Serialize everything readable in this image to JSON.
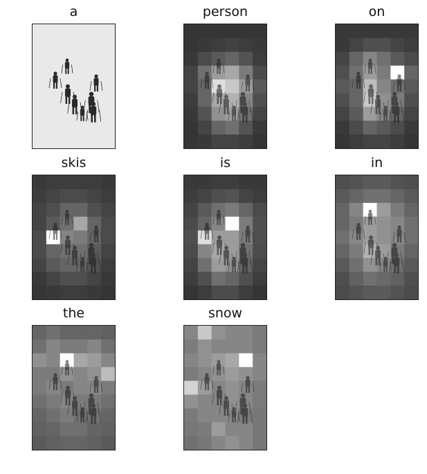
{
  "figure": {
    "panels": [
      {
        "word": "a",
        "kind": "photo",
        "heat": []
      },
      {
        "word": "person",
        "kind": "heatmap",
        "heat": [
          [
            0.08,
            0.08,
            0.08,
            0.08,
            0.08,
            0.08
          ],
          [
            0.08,
            0.1,
            0.12,
            0.14,
            0.12,
            0.1
          ],
          [
            0.1,
            0.18,
            0.25,
            0.3,
            0.22,
            0.12
          ],
          [
            0.15,
            0.35,
            0.55,
            0.6,
            0.4,
            0.18
          ],
          [
            0.15,
            0.3,
            0.85,
            0.75,
            0.55,
            0.25
          ],
          [
            0.12,
            0.3,
            0.6,
            0.65,
            0.45,
            0.2
          ],
          [
            0.1,
            0.22,
            0.5,
            0.55,
            0.35,
            0.15
          ],
          [
            0.08,
            0.15,
            0.3,
            0.35,
            0.22,
            0.1
          ],
          [
            0.08,
            0.1,
            0.15,
            0.15,
            0.12,
            0.08
          ]
        ]
      },
      {
        "word": "on",
        "kind": "heatmap",
        "heat": [
          [
            0.1,
            0.1,
            0.1,
            0.1,
            0.1,
            0.1
          ],
          [
            0.1,
            0.15,
            0.2,
            0.2,
            0.15,
            0.12
          ],
          [
            0.15,
            0.3,
            0.45,
            0.35,
            0.25,
            0.18
          ],
          [
            0.2,
            0.35,
            0.55,
            0.4,
            1.0,
            0.3
          ],
          [
            0.25,
            0.3,
            0.7,
            0.45,
            0.35,
            0.25
          ],
          [
            0.2,
            0.3,
            0.75,
            0.5,
            0.4,
            0.2
          ],
          [
            0.15,
            0.25,
            0.55,
            0.45,
            0.3,
            0.15
          ],
          [
            0.1,
            0.18,
            0.3,
            0.25,
            0.18,
            0.1
          ],
          [
            0.08,
            0.12,
            0.15,
            0.15,
            0.12,
            0.08
          ]
        ]
      },
      {
        "word": "skis",
        "kind": "heatmap",
        "heat": [
          [
            0.1,
            0.12,
            0.12,
            0.12,
            0.12,
            0.1
          ],
          [
            0.12,
            0.15,
            0.18,
            0.18,
            0.15,
            0.12
          ],
          [
            0.15,
            0.2,
            0.3,
            0.3,
            0.2,
            0.15
          ],
          [
            0.15,
            0.25,
            0.35,
            0.6,
            0.3,
            0.18
          ],
          [
            0.18,
            1.0,
            0.45,
            0.4,
            0.3,
            0.18
          ],
          [
            0.18,
            0.3,
            0.35,
            0.35,
            0.25,
            0.15
          ],
          [
            0.15,
            0.25,
            0.3,
            0.3,
            0.22,
            0.12
          ],
          [
            0.1,
            0.15,
            0.2,
            0.2,
            0.15,
            0.1
          ],
          [
            0.08,
            0.1,
            0.12,
            0.12,
            0.1,
            0.08
          ]
        ]
      },
      {
        "word": "is",
        "kind": "heatmap",
        "heat": [
          [
            0.1,
            0.1,
            0.12,
            0.12,
            0.1,
            0.1
          ],
          [
            0.12,
            0.15,
            0.2,
            0.22,
            0.15,
            0.12
          ],
          [
            0.15,
            0.25,
            0.35,
            0.4,
            0.3,
            0.18
          ],
          [
            0.18,
            0.3,
            0.45,
            1.0,
            0.4,
            0.2
          ],
          [
            0.2,
            0.85,
            0.55,
            0.55,
            0.4,
            0.2
          ],
          [
            0.18,
            0.45,
            0.6,
            0.55,
            0.35,
            0.18
          ],
          [
            0.15,
            0.35,
            0.55,
            0.5,
            0.3,
            0.15
          ],
          [
            0.12,
            0.2,
            0.35,
            0.3,
            0.2,
            0.12
          ],
          [
            0.08,
            0.12,
            0.18,
            0.18,
            0.12,
            0.08
          ]
        ]
      },
      {
        "word": "in",
        "kind": "heatmap",
        "heat": [
          [
            0.2,
            0.22,
            0.25,
            0.25,
            0.22,
            0.2
          ],
          [
            0.25,
            0.3,
            0.35,
            0.35,
            0.3,
            0.25
          ],
          [
            0.3,
            0.45,
            1.0,
            0.55,
            0.4,
            0.3
          ],
          [
            0.3,
            0.4,
            0.55,
            0.5,
            0.45,
            0.35
          ],
          [
            0.35,
            0.45,
            0.55,
            0.5,
            0.45,
            0.35
          ],
          [
            0.3,
            0.4,
            0.65,
            0.55,
            0.4,
            0.3
          ],
          [
            0.25,
            0.35,
            0.5,
            0.45,
            0.35,
            0.25
          ],
          [
            0.2,
            0.28,
            0.35,
            0.32,
            0.28,
            0.2
          ],
          [
            0.18,
            0.22,
            0.25,
            0.25,
            0.22,
            0.18
          ]
        ]
      },
      {
        "word": "the",
        "kind": "heatmap",
        "heat": [
          [
            0.3,
            0.35,
            0.3,
            0.3,
            0.3,
            0.28
          ],
          [
            0.35,
            0.45,
            0.4,
            0.4,
            0.45,
            0.35
          ],
          [
            0.5,
            0.45,
            1.0,
            0.6,
            0.55,
            0.45
          ],
          [
            0.4,
            0.4,
            0.5,
            0.45,
            0.5,
            0.7
          ],
          [
            0.4,
            0.45,
            0.4,
            0.45,
            0.45,
            0.4
          ],
          [
            0.35,
            0.4,
            0.45,
            0.4,
            0.4,
            0.35
          ],
          [
            0.3,
            0.35,
            0.4,
            0.35,
            0.35,
            0.3
          ],
          [
            0.28,
            0.3,
            0.35,
            0.35,
            0.3,
            0.28
          ],
          [
            0.25,
            0.28,
            0.3,
            0.3,
            0.28,
            0.25
          ]
        ]
      },
      {
        "word": "snow",
        "kind": "heatmap",
        "heat": [
          [
            0.45,
            0.75,
            0.5,
            0.45,
            0.45,
            0.4
          ],
          [
            0.4,
            0.5,
            0.45,
            0.45,
            0.45,
            0.4
          ],
          [
            0.45,
            0.5,
            0.55,
            0.6,
            1.0,
            0.45
          ],
          [
            0.4,
            0.45,
            0.5,
            0.55,
            0.5,
            0.45
          ],
          [
            0.8,
            0.55,
            0.45,
            0.5,
            0.45,
            0.4
          ],
          [
            0.5,
            0.45,
            0.45,
            0.5,
            0.45,
            0.4
          ],
          [
            0.4,
            0.45,
            0.45,
            0.45,
            0.4,
            0.38
          ],
          [
            0.38,
            0.4,
            0.55,
            0.45,
            0.45,
            0.38
          ],
          [
            0.35,
            0.38,
            0.45,
            0.5,
            0.45,
            0.38
          ]
        ]
      }
    ]
  }
}
